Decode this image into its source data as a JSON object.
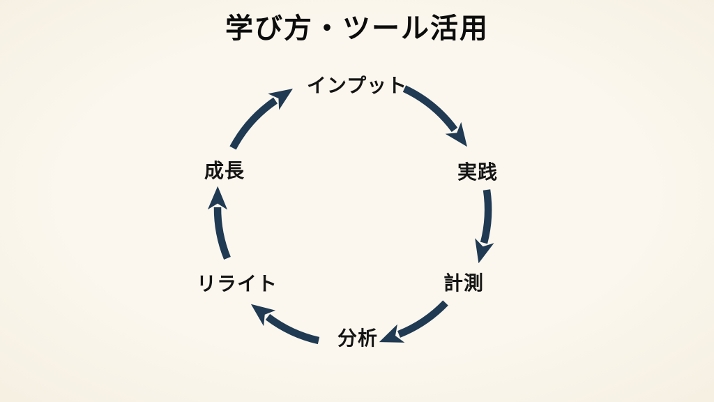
{
  "title": "学び方・ツール活用",
  "diagram": {
    "type": "cycle",
    "direction": "clockwise",
    "background_color": "#faf5ea",
    "arrow_color": "#1f3a52",
    "text_color": "#141414",
    "nodes": [
      {
        "id": "input",
        "label": "インプット",
        "position": "top"
      },
      {
        "id": "practice",
        "label": "実践",
        "position": "upper-right"
      },
      {
        "id": "measurement",
        "label": "計測",
        "position": "lower-right"
      },
      {
        "id": "analysis",
        "label": "分析",
        "position": "bottom"
      },
      {
        "id": "rewrite",
        "label": "リライト",
        "position": "lower-left"
      },
      {
        "id": "growth",
        "label": "成長",
        "position": "upper-left"
      }
    ]
  }
}
